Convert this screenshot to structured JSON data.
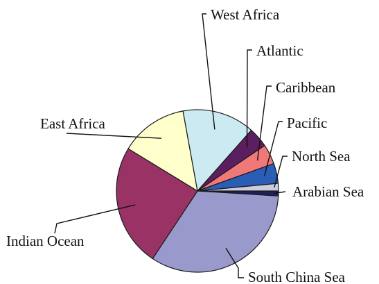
{
  "chart_data": {
    "type": "pie",
    "start": "3 o'clock",
    "direction": "clockwise",
    "slices": [
      {
        "label": "Arabian Sea",
        "value": 1.0,
        "color": "#1f1f5c"
      },
      {
        "label": "South China Sea",
        "value": 33.5,
        "color": "#9999cc"
      },
      {
        "label": "Indian Ocean",
        "value": 24.5,
        "color": "#993366"
      },
      {
        "label": "East Africa",
        "value": 13.5,
        "color": "#ffffcc"
      },
      {
        "label": "West Africa",
        "value": 14.5,
        "color": "#cceaf1"
      },
      {
        "label": "Atlantic",
        "value": 4.0,
        "color": "#5b1f60"
      },
      {
        "label": "Caribbean",
        "value": 4.0,
        "color": "#f07878"
      },
      {
        "label": "Pacific",
        "value": 4.0,
        "color": "#2a5db5"
      },
      {
        "label": "North Sea",
        "value": 1.5,
        "color": "#ccccdd"
      }
    ]
  }
}
